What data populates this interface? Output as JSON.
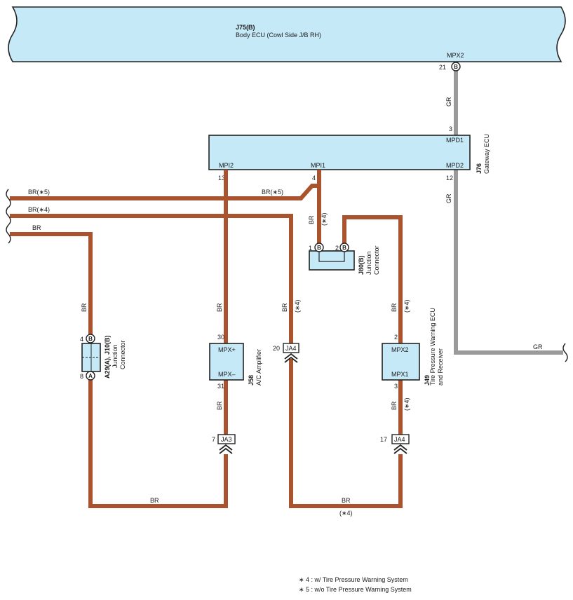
{
  "body_ecu": {
    "code": "J75(B)",
    "name": "Body ECU (Cowl Side J/B RH)",
    "pin_name": "MPX2",
    "pin_no": "21",
    "pin_letter": "B"
  },
  "gateway_ecu": {
    "code": "J76",
    "name": "Gateway ECU",
    "mpi2": "MPI2",
    "mpi1": "MPI1",
    "mpd1": "MPD1",
    "mpd2": "MPD2",
    "pin_mpi2": "13",
    "pin_mpi1": "4",
    "pin_mpd1": "3",
    "pin_mpd2": "12"
  },
  "jc_j80": {
    "code": "J80(B)",
    "name_line1": "Junction",
    "name_line2": "Connector",
    "pin1": "1",
    "pin2": "2",
    "letter": "B"
  },
  "jc_a29": {
    "code": "A29(A), J10(B)",
    "name_line1": "Junction",
    "name_line2": "Connector",
    "pin_top": "4",
    "pin_top_letter": "B",
    "pin_bot": "8",
    "pin_bot_letter": "A"
  },
  "ac_amp": {
    "code": "J58",
    "name": "A/C Amplifier",
    "mpx_plus": "MPX+",
    "mpx_minus": "MPX–",
    "pin_top": "30",
    "pin_bot": "31"
  },
  "tpw_ecu": {
    "code": "J49",
    "name_line1": "Tire Pressure Warning ECU",
    "name_line2": "and Receiver",
    "mpx2": "MPX2",
    "mpx1": "MPX1",
    "pin_top": "2",
    "pin_bot": "3"
  },
  "connectors": {
    "ja3": "JA3",
    "ja3_pin": "7",
    "ja4_left": "JA4",
    "ja4_left_pin": "20",
    "ja4_right": "JA4",
    "ja4_right_pin": "17"
  },
  "wires": {
    "gr": "GR",
    "br": "BR",
    "br_n5": "BR(∗5)",
    "br_n4": "BR(∗4)",
    "n4": "(∗4)"
  },
  "notes": {
    "note4": "∗ 4 : w/ Tire Pressure Warning System",
    "note5": "∗ 5 : w/o Tire Pressure Warning System"
  },
  "colors": {
    "br_wire": "#a9532f",
    "gr_wire": "#9a9a9a",
    "component_fill": "#c6e9f8"
  }
}
